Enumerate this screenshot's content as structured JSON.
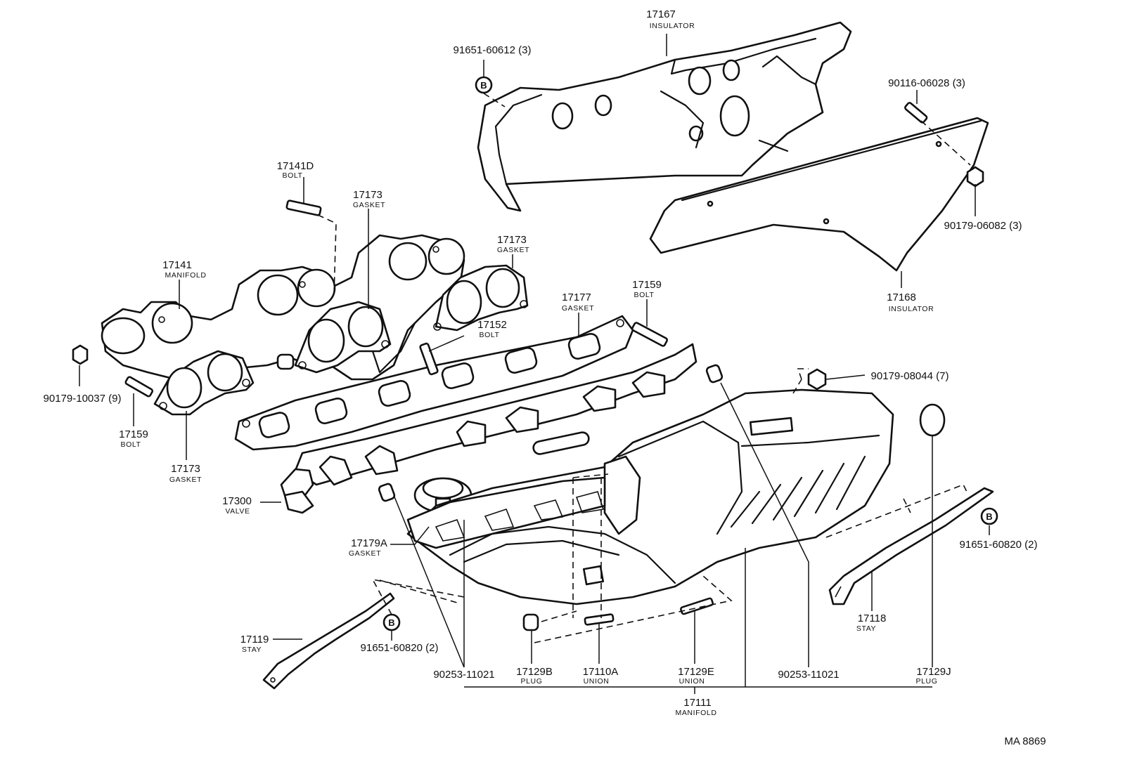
{
  "drawing_id": "MA 8869",
  "callouts": {
    "c17167": {
      "num": "17167",
      "name": "INSULATOR"
    },
    "c91651_60612": {
      "num": "91651-60612 (3)"
    },
    "c90116_06028": {
      "num": "90116-06028 (3)"
    },
    "c90179_06082": {
      "num": "90179-06082 (3)"
    },
    "c17168": {
      "num": "17168",
      "name": "INSULATOR"
    },
    "c17141D": {
      "num": "17141D",
      "name": "BOLT"
    },
    "c17173_a": {
      "num": "17173",
      "name": "GASKET"
    },
    "c17173_b": {
      "num": "17173",
      "name": "GASKET"
    },
    "c17173_c": {
      "num": "17173",
      "name": "GASKET"
    },
    "c17141": {
      "num": "17141",
      "name": "MANIFOLD"
    },
    "c17177": {
      "num": "17177",
      "name": "GASKET"
    },
    "c17159_a": {
      "num": "17159",
      "name": "BOLT"
    },
    "c17159_b": {
      "num": "17159",
      "name": "BOLT"
    },
    "c17152": {
      "num": "17152",
      "name": "BOLT"
    },
    "c90179_10037": {
      "num": "90179-10037 (9)"
    },
    "c90179_08044": {
      "num": "90179-08044 (7)"
    },
    "c17300": {
      "num": "17300",
      "name": "VALVE"
    },
    "c17179A": {
      "num": "17179A",
      "name": "GASKET"
    },
    "c91651_60820_a": {
      "num": "91651-60820 (2)"
    },
    "c91651_60820_b": {
      "num": "91651-60820 (2)"
    },
    "c17118": {
      "num": "17118",
      "name": "STAY"
    },
    "c17119": {
      "num": "17119",
      "name": "STAY"
    },
    "c90253_11021_a": {
      "num": "90253-11021"
    },
    "c90253_11021_b": {
      "num": "90253-11021"
    },
    "c17129B": {
      "num": "17129B",
      "name": "PLUG"
    },
    "c17110A": {
      "num": "17110A",
      "name": "UNION"
    },
    "c17129E": {
      "num": "17129E",
      "name": "UNION"
    },
    "c17129J": {
      "num": "17129J",
      "name": "PLUG"
    },
    "c17111": {
      "num": "17111",
      "name": "MANIFOLD"
    }
  },
  "marker_letter": "B"
}
